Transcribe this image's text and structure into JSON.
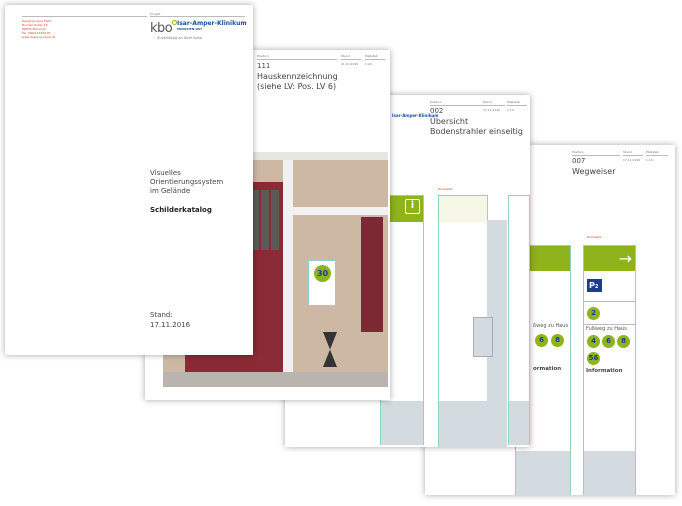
{
  "common": {
    "project_label": "Projekt",
    "position_label": "Position",
    "date_label": "Stand",
    "scale_label": "Maßstab",
    "logo_kbo": "kbo",
    "logo_clinic": "Isar-Amper-Klinikum",
    "logo_sub": "MÜNCHEN-OST",
    "logo_tagline": "Zuverlässig an Ihrer Seite",
    "back_label": "Rückseite"
  },
  "cover": {
    "address": [
      "Designgruppe Flath",
      "Buchenstraße 18",
      "80636 München",
      "Tel. 089/12345678",
      "www.designgruppe.de"
    ],
    "title_lines": [
      "Visuelles",
      "Orientierungssystem",
      "im Gelände"
    ],
    "subtitle": "Schilderkatalog",
    "stand_label": "Stand:",
    "stand_date": "17.11.2016"
  },
  "page2": {
    "position": "111",
    "title_lines": [
      "Hauskennzeichnung",
      "(siehe LV: Pos. LV 6)"
    ],
    "date": "21.10.2016",
    "scale": "1:20",
    "sign_number": "30"
  },
  "page3": {
    "position": "002",
    "title_lines": [
      "Übersicht",
      "Bodenstrahler einseitig"
    ],
    "date": "17.11.2016",
    "scale": "1:10",
    "info_glyph": "i"
  },
  "page4": {
    "position": "007",
    "title_lines": [
      "Wegweiser"
    ],
    "date": "17.11.2016",
    "scale": "1:10",
    "parking": "P",
    "parking_sub": "2",
    "house_top": "2",
    "footpath_label": "Fußweg zu Haus",
    "houses": [
      "4",
      "6",
      "8",
      "56"
    ],
    "info_label": "Information",
    "left_houses": [
      "6",
      "8"
    ],
    "left_footpath": "ßweg zu Haus",
    "left_info": "ormation"
  },
  "colors": {
    "green": "#8fb31d",
    "navy": "#1a3d8f",
    "red": "#e8422a",
    "teal": "#8fd3c2"
  }
}
